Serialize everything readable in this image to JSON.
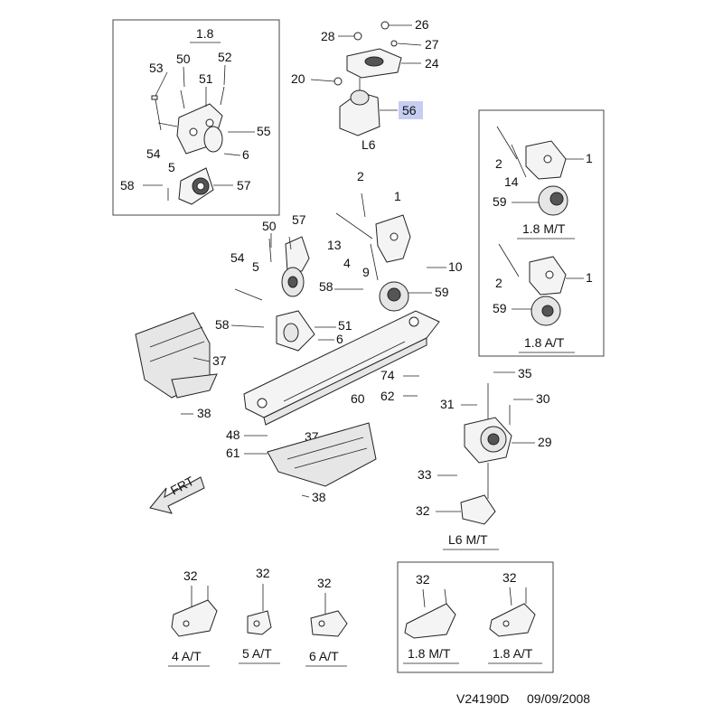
{
  "captions": {
    "engine_1_8": "1.8",
    "l6": "L6",
    "m_t_1_8": "1.8 M/T",
    "a_t_1_8": "1.8 A/T",
    "l6_m_t": "L6 M/T",
    "a_t_4": "4 A/T",
    "a_t_5": "5 A/T",
    "a_t_6": "6 A/T",
    "bottom_1_8_m_t": "1.8 M/T",
    "bottom_1_8_a_t": "1.8 A/T",
    "frt": "FRT"
  },
  "callouts": {
    "n1": "1",
    "n2": "2",
    "n4": "4",
    "n5": "5",
    "n6": "6",
    "n9": "9",
    "n10": "10",
    "n13": "13",
    "n14": "14",
    "n20": "20",
    "n24": "24",
    "n26": "26",
    "n27": "27",
    "n28": "28",
    "n29": "29",
    "n30": "30",
    "n31": "31",
    "n32": "32",
    "n33": "33",
    "n35": "35",
    "n37": "37",
    "n38": "38",
    "n48": "48",
    "n50": "50",
    "n51": "51",
    "n52": "52",
    "n53": "53",
    "n54": "54",
    "n55": "55",
    "n56": "56",
    "n57": "57",
    "n58": "58",
    "n59": "59",
    "n60": "60",
    "n61": "61",
    "n62": "62",
    "n74": "74"
  },
  "footer": {
    "code": "V24190D",
    "date": "09/09/2008"
  }
}
